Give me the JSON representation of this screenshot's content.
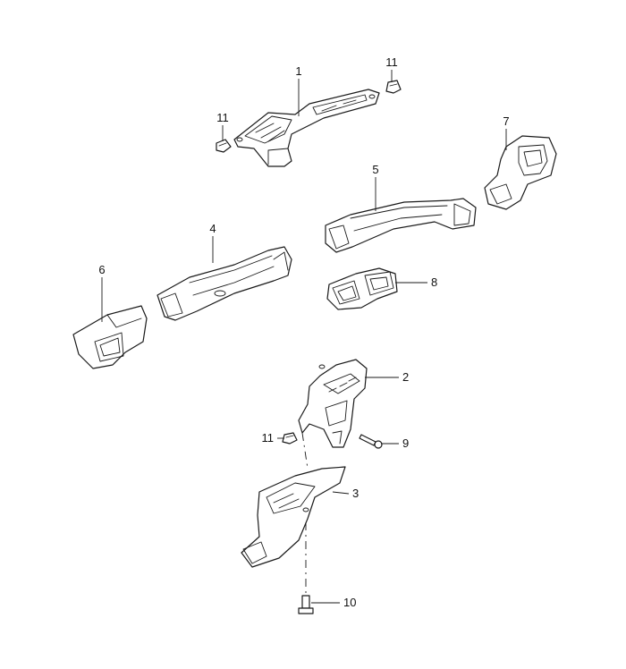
{
  "callouts": {
    "p1": "1",
    "p2": "2",
    "p3": "3",
    "p4": "4",
    "p5": "5",
    "p6": "6",
    "p7": "7",
    "p8": "8",
    "p9": "9",
    "p10": "10",
    "p11a": "11",
    "p11b": "11",
    "p11c": "11"
  }
}
